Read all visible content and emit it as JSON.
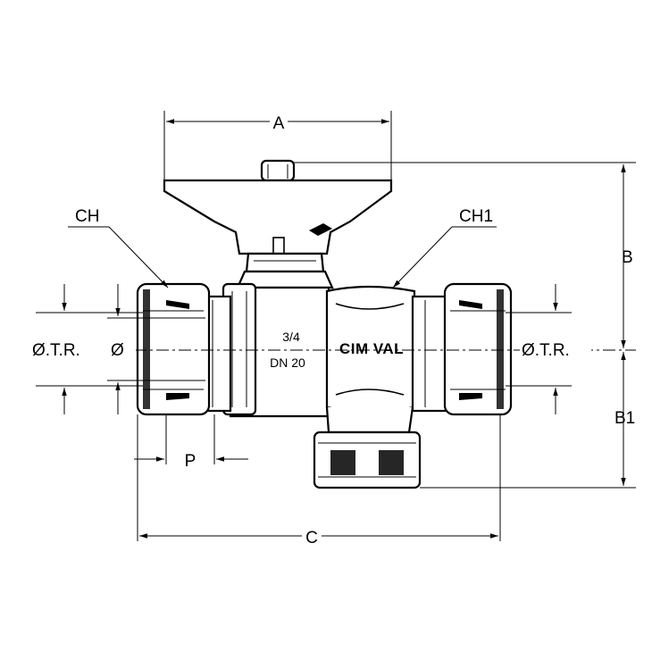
{
  "labels": {
    "dim_a": "A",
    "dim_b": "B",
    "dim_b1": "B1",
    "dim_c": "C",
    "dim_p": "P",
    "ch": "CH",
    "ch1": "CH1",
    "otr_left": "Ø.T.R.",
    "dia_left": "Ø",
    "otr_right": "Ø.T.R."
  },
  "body_marking": {
    "size": "3/4",
    "dn": "DN  20",
    "brand": "CIM VAL"
  },
  "colors": {
    "line": "#000000",
    "background": "#ffffff"
  }
}
